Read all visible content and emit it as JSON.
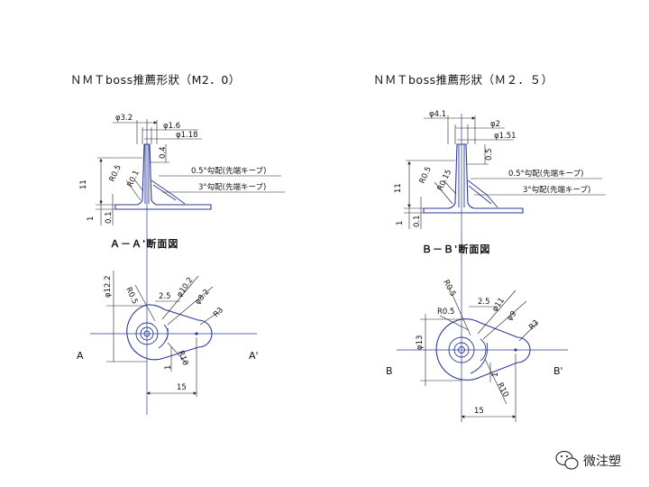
{
  "left": {
    "title": "ＮＭＴboss推薦形狀（M2．0）",
    "section_label": "Ａ－Ａ'断面図",
    "top_dims": {
      "d_outer": "φ3.2",
      "d_mid": "φ1.6",
      "d_inner": "φ1.18",
      "tip_len": "0.4",
      "height": "11",
      "base_h": "1",
      "base_gap": "0.1",
      "r_root": "R0.5",
      "r_tip": "R0.1",
      "taper1": "0.5°勾配(先端キープ)",
      "taper2": "3°勾配(先端キープ)"
    },
    "plan_dims": {
      "d_boss": "φ12.2",
      "d_rib1": "φ10.2",
      "d_rib2": "φ8.2",
      "r_small": "R0.5",
      "gap": "2.5",
      "r_end": "R3",
      "r_arc": "R10",
      "step": "1",
      "length": "15"
    },
    "axis_start": "A",
    "axis_end": "A'"
  },
  "right": {
    "title": "ＮＭＴboss推薦形狀（Ｍ２．５）",
    "section_label": "Ｂ－Ｂ'断面図",
    "top_dims": {
      "d_outer": "φ4.1",
      "d_mid": "φ2",
      "d_inner": "φ1.51",
      "tip_len": "0.5",
      "height": "11",
      "base_h": "1",
      "base_gap": "0.1",
      "r_root": "R0.5",
      "r_tip": "R0.15",
      "taper1": "0.5°勾配(先端キープ)",
      "taper2": "3°勾配(先端キープ)"
    },
    "plan_dims": {
      "d_boss": "φ13",
      "d_rib1": "φ11",
      "d_rib2": "φ9",
      "r_small": "R0.5",
      "r_small2": "R0.5",
      "gap": "2.5",
      "r_end": "R3",
      "r_arc": "R10",
      "step": "1",
      "length": "15"
    },
    "axis_start": "B",
    "axis_end": "B'"
  },
  "watermark": {
    "text": "微注塑",
    "icon": "wechat-icon"
  },
  "colors": {
    "part_line": "#2b3a99",
    "dim_line": "#222222"
  }
}
